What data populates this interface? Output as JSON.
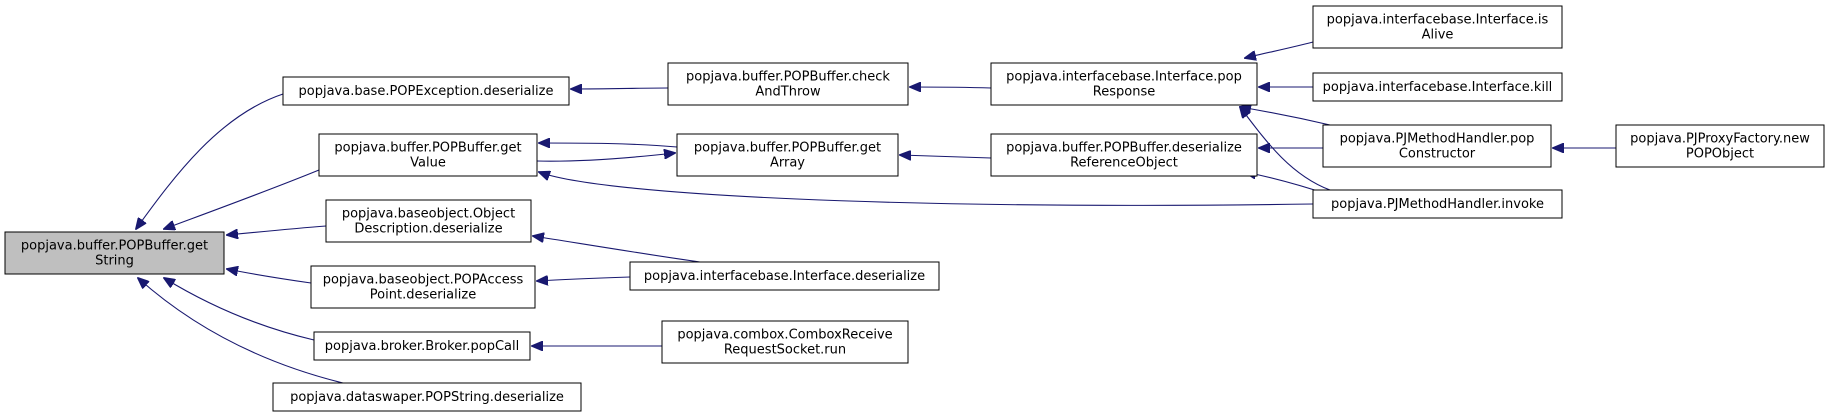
{
  "nodes": [
    {
      "id": "n0",
      "lines": [
        "popjava.buffer.POPBuffer.get",
        "String"
      ],
      "root": true
    },
    {
      "id": "n1",
      "lines": [
        "popjava.base.POPException.deserialize"
      ]
    },
    {
      "id": "n2",
      "lines": [
        "popjava.buffer.POPBuffer.get",
        "Value"
      ]
    },
    {
      "id": "n3",
      "lines": [
        "popjava.baseobject.Object",
        "Description.deserialize"
      ]
    },
    {
      "id": "n4",
      "lines": [
        "popjava.baseobject.POPAccess",
        "Point.deserialize"
      ]
    },
    {
      "id": "n5",
      "lines": [
        "popjava.broker.Broker.popCall"
      ]
    },
    {
      "id": "n6",
      "lines": [
        "popjava.dataswaper.POPString.deserialize"
      ]
    },
    {
      "id": "n7",
      "lines": [
        "popjava.buffer.POPBuffer.check",
        "AndThrow"
      ]
    },
    {
      "id": "n8",
      "lines": [
        "popjava.buffer.POPBuffer.get",
        "Array"
      ]
    },
    {
      "id": "n9",
      "lines": [
        "popjava.interfacebase.Interface.deserialize"
      ]
    },
    {
      "id": "n10",
      "lines": [
        "popjava.combox.ComboxReceive",
        "RequestSocket.run"
      ]
    },
    {
      "id": "n11",
      "lines": [
        "popjava.interfacebase.Interface.pop",
        "Response"
      ]
    },
    {
      "id": "n12",
      "lines": [
        "popjava.buffer.POPBuffer.deserialize",
        "ReferenceObject"
      ]
    },
    {
      "id": "n13",
      "lines": [
        "popjava.interfacebase.Interface.is",
        "Alive"
      ]
    },
    {
      "id": "n14",
      "lines": [
        "popjava.interfacebase.Interface.kill"
      ]
    },
    {
      "id": "n15",
      "lines": [
        "popjava.PJMethodHandler.pop",
        "Constructor"
      ]
    },
    {
      "id": "n16",
      "lines": [
        "popjava.PJMethodHandler.invoke"
      ]
    },
    {
      "id": "n17",
      "lines": [
        "popjava.PJProxyFactory.new",
        "POPObject"
      ]
    }
  ],
  "edges": [
    {
      "from": "n1",
      "to": "n0"
    },
    {
      "from": "n2",
      "to": "n0"
    },
    {
      "from": "n3",
      "to": "n0"
    },
    {
      "from": "n4",
      "to": "n0"
    },
    {
      "from": "n5",
      "to": "n0"
    },
    {
      "from": "n6",
      "to": "n0"
    },
    {
      "from": "n7",
      "to": "n1"
    },
    {
      "from": "n8",
      "to": "n2"
    },
    {
      "from": "n2",
      "to": "n8"
    },
    {
      "from": "n16",
      "to": "n2"
    },
    {
      "from": "n9",
      "to": "n3"
    },
    {
      "from": "n9",
      "to": "n4"
    },
    {
      "from": "n10",
      "to": "n5"
    },
    {
      "from": "n11",
      "to": "n7"
    },
    {
      "from": "n12",
      "to": "n8"
    },
    {
      "from": "n13",
      "to": "n11"
    },
    {
      "from": "n14",
      "to": "n11"
    },
    {
      "from": "n15",
      "to": "n11"
    },
    {
      "from": "n16",
      "to": "n11"
    },
    {
      "from": "n15",
      "to": "n12"
    },
    {
      "from": "n16",
      "to": "n12"
    },
    {
      "from": "n17",
      "to": "n15"
    }
  ],
  "colors": {
    "edge": "#191970",
    "root_fill": "#bfbfbf",
    "node_fill": "#ffffff",
    "border": "#000000"
  }
}
